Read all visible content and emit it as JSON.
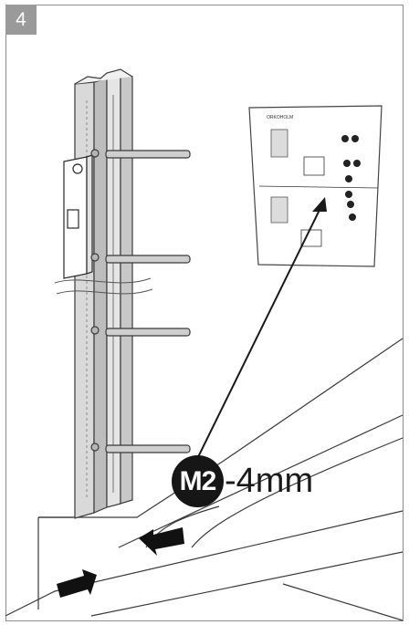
{
  "step": {
    "number": "4"
  },
  "callout": {
    "screw_code": "M2",
    "length": "-4mm"
  },
  "manual": {
    "brand": "ORKOHOLM"
  },
  "icons": [
    "profile-rail",
    "spirit-level",
    "screw",
    "installation-manual",
    "arrow-right",
    "arrow-left"
  ]
}
